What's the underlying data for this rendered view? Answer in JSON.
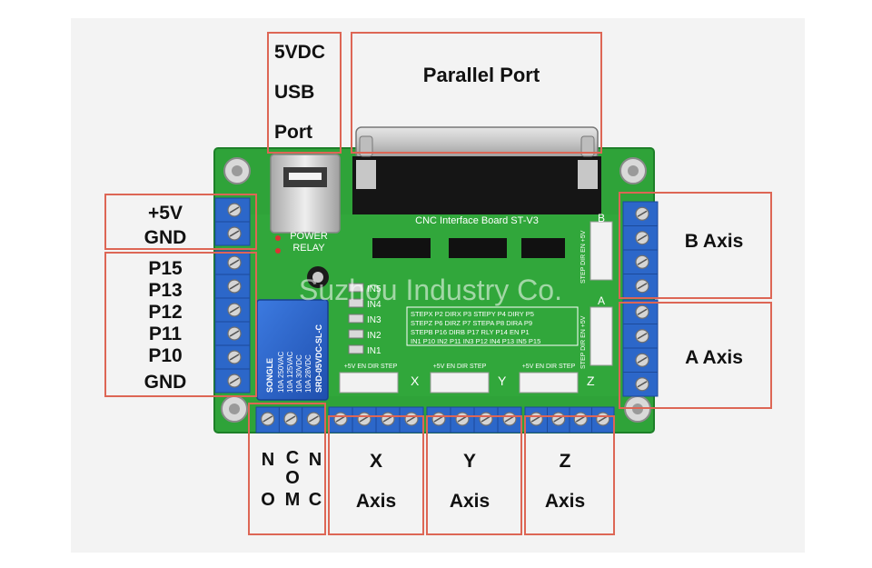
{
  "labels": {
    "usb": [
      "5VDC",
      "USB",
      "Port"
    ],
    "parallel_port": "Parallel Port",
    "power": [
      "+5V",
      "GND"
    ],
    "inputs": [
      "P15",
      "P13",
      "P12",
      "P11",
      "P10",
      "GND"
    ],
    "relay_terminals": {
      "no": [
        "N",
        "O"
      ],
      "com": [
        "C",
        "O",
        "M"
      ],
      "nc": [
        "N",
        "C"
      ]
    },
    "x_axis": [
      "X",
      "Axis"
    ],
    "y_axis": [
      "Y",
      "Axis"
    ],
    "z_axis": [
      "Z",
      "Axis"
    ],
    "b_axis": "B Axis",
    "a_axis": "A Axis"
  },
  "board": {
    "title": "CNC Interface Board  ST-V3",
    "power_text": "POWER",
    "relay_text": "RELAY",
    "inputs": [
      "IN5",
      "IN4",
      "IN3",
      "IN2",
      "IN1"
    ],
    "pinmap": [
      "STEPX P2  DIRX P3  STEPY P4  DIRY P5",
      "STEPZ P6  DIRZ P7  STEPA P8  DIRA P9",
      "STEPB P16 DIRB P17  RLY P14  EN P1",
      "IN1 P10  IN2 P11  IN3 P12  IN4 P13  IN5 P15"
    ],
    "relay_markings": [
      "SONGLE",
      "10A 250VAC",
      "10A 125VAC",
      "10A 30VDC",
      "10A 28VDC",
      "SRD-05VDC-SL-C"
    ],
    "header_pins": "+5V EN DIR STEP",
    "header_pins_vertical": "STEP DIR EN +5V",
    "axis_markers": [
      "X",
      "Y",
      "Z"
    ],
    "side_markers": [
      "B",
      "A"
    ],
    "watermark": "Suzhou Industry Co."
  },
  "colors": {
    "pcb": "#2fa339",
    "terminal": "#2c67c9",
    "box": "#dd6655"
  }
}
